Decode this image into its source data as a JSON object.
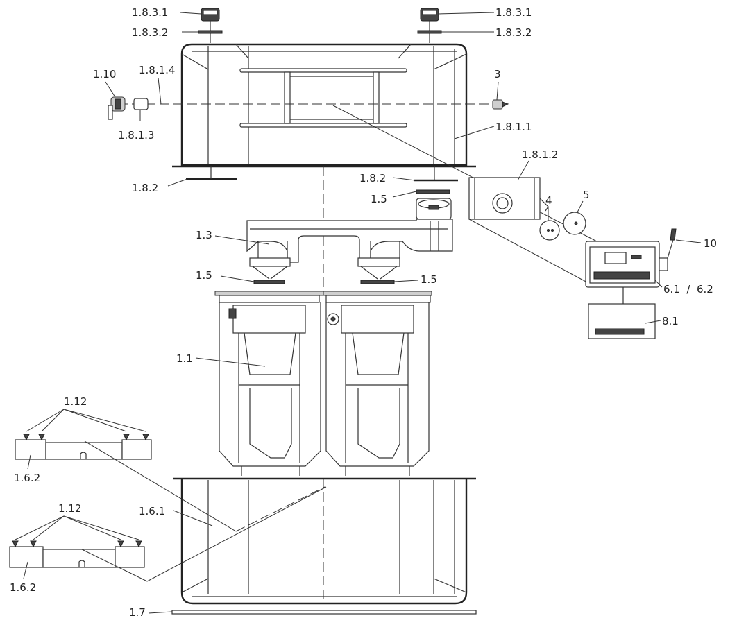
{
  "labels": {
    "top_cap_left": "1.8.3.1",
    "top_cap_right": "1.8.3.1",
    "top_ring_left": "1.8.3.2",
    "top_ring_right": "1.8.3.2",
    "valve": "1.10",
    "rod": "1.8.1.4",
    "fitting": "1.8.1.3",
    "end_fitting": "3",
    "upper_frame": "1.8.1.1",
    "bracket": "1.8.1.2",
    "plate_left": "1.8.2",
    "plate_right": "1.8.2",
    "gasket_upper": "1.5",
    "manifold": "1.3",
    "gasket_left": "1.5",
    "gasket_right": "1.5",
    "disc_4": "4",
    "disc_5": "5",
    "sensor": "10",
    "controller": "6.1  /  6.2",
    "display": "8.1",
    "tanks": "1.1",
    "screws_upper": "1.12",
    "block_upper": "1.6.2",
    "lower_frame": "1.6.1",
    "screws_lower": "1.12",
    "block_lower": "1.6.2",
    "base_plate": "1.7"
  }
}
